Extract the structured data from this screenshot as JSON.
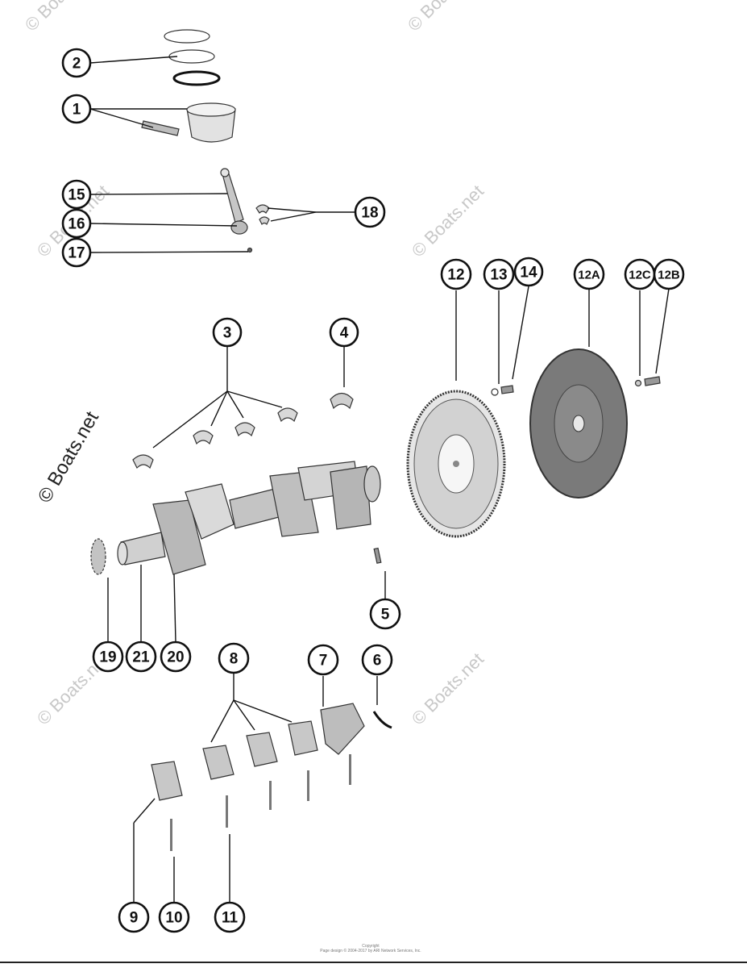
{
  "callouts": {
    "c1": "1",
    "c2": "2",
    "c3": "3",
    "c4": "4",
    "c5": "5",
    "c6": "6",
    "c7": "7",
    "c8": "8",
    "c9": "9",
    "c10": "10",
    "c11": "11",
    "c12": "12",
    "c12a": "12A",
    "c12b": "12B",
    "c12c": "12C",
    "c13": "13",
    "c14": "14",
    "c15": "15",
    "c16": "16",
    "c17": "17",
    "c18": "18",
    "c19": "19",
    "c20": "20",
    "c21": "21"
  },
  "watermark": "© Boats.net",
  "copyright": {
    "line1": "Copyright",
    "line2": "Page design © 2004-2017 by ARI Network Services, Inc."
  },
  "colors": {
    "ink": "#111111",
    "watermark": "#c8c8c8",
    "clutch": "#7a7a7a"
  }
}
